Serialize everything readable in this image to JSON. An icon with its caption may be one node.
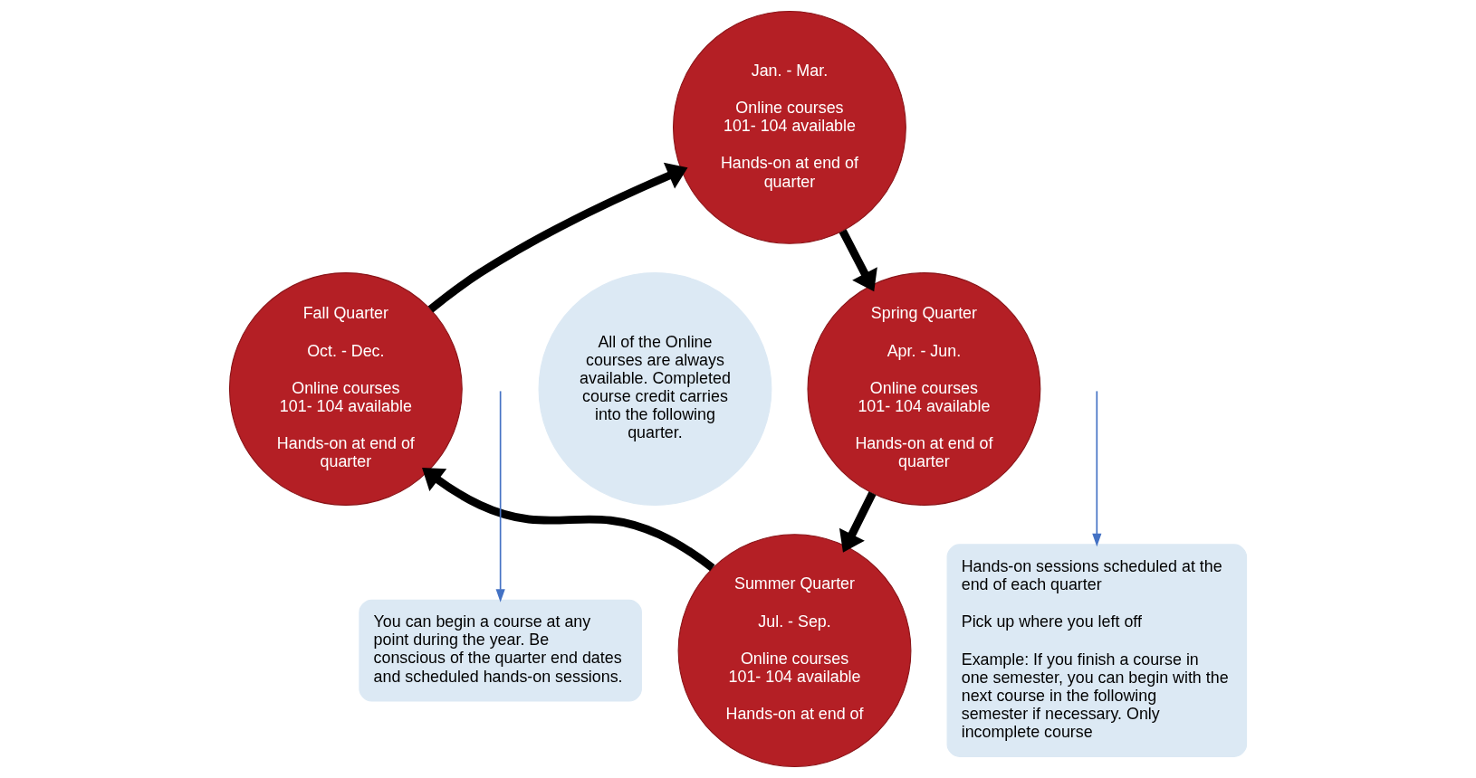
{
  "diagram": {
    "nodes": [
      {
        "text": [
          "Jan. - Mar.",
          "Online courses 101- 104 available",
          "Hands-on at end of quarter"
        ]
      },
      {
        "text": [
          "Spring Quarter",
          "Apr. - Jun.",
          "Online courses 101- 104 available",
          "Hands-on at end of quarter"
        ]
      },
      {
        "text": [
          "Summer Quarter",
          "Jul. - Sep.",
          "Online courses 101- 104 available",
          "Hands-on at end of"
        ]
      },
      {
        "text": [
          "Fall Quarter",
          "Oct. - Dec.",
          "Online courses 101- 104 available",
          "Hands-on at end of quarter"
        ]
      },
      {
        "text": [
          "All of the Online courses are always available. Completed course credit carries into the following quarter."
        ]
      },
      {
        "text": [
          "You can begin a course at any point during the year. Be conscious of the quarter end dates and scheduled hands-on sessions."
        ]
      },
      {
        "text": [
          "Hands-on sessions scheduled at the end of each quarter",
          "Pick up where you left off",
          "Example: If you finish a course in one semester, you can begin with the next course in the following semester if necessary. Only incomplete course"
        ]
      }
    ],
    "edges": [
      {
        "from": 0,
        "to": 1,
        "arrow": "to"
      },
      {
        "from": 1,
        "to": 2,
        "arrow": "to"
      },
      {
        "from": 2,
        "to": 3,
        "arrow": "to"
      },
      {
        "from": 3,
        "to": 0,
        "arrow": "to"
      },
      {
        "from": null,
        "to": 5,
        "arrow": "to",
        "color": "#4472c4"
      },
      {
        "from": null,
        "to": 6,
        "arrow": "to",
        "color": "#4472c4"
      }
    ]
  }
}
